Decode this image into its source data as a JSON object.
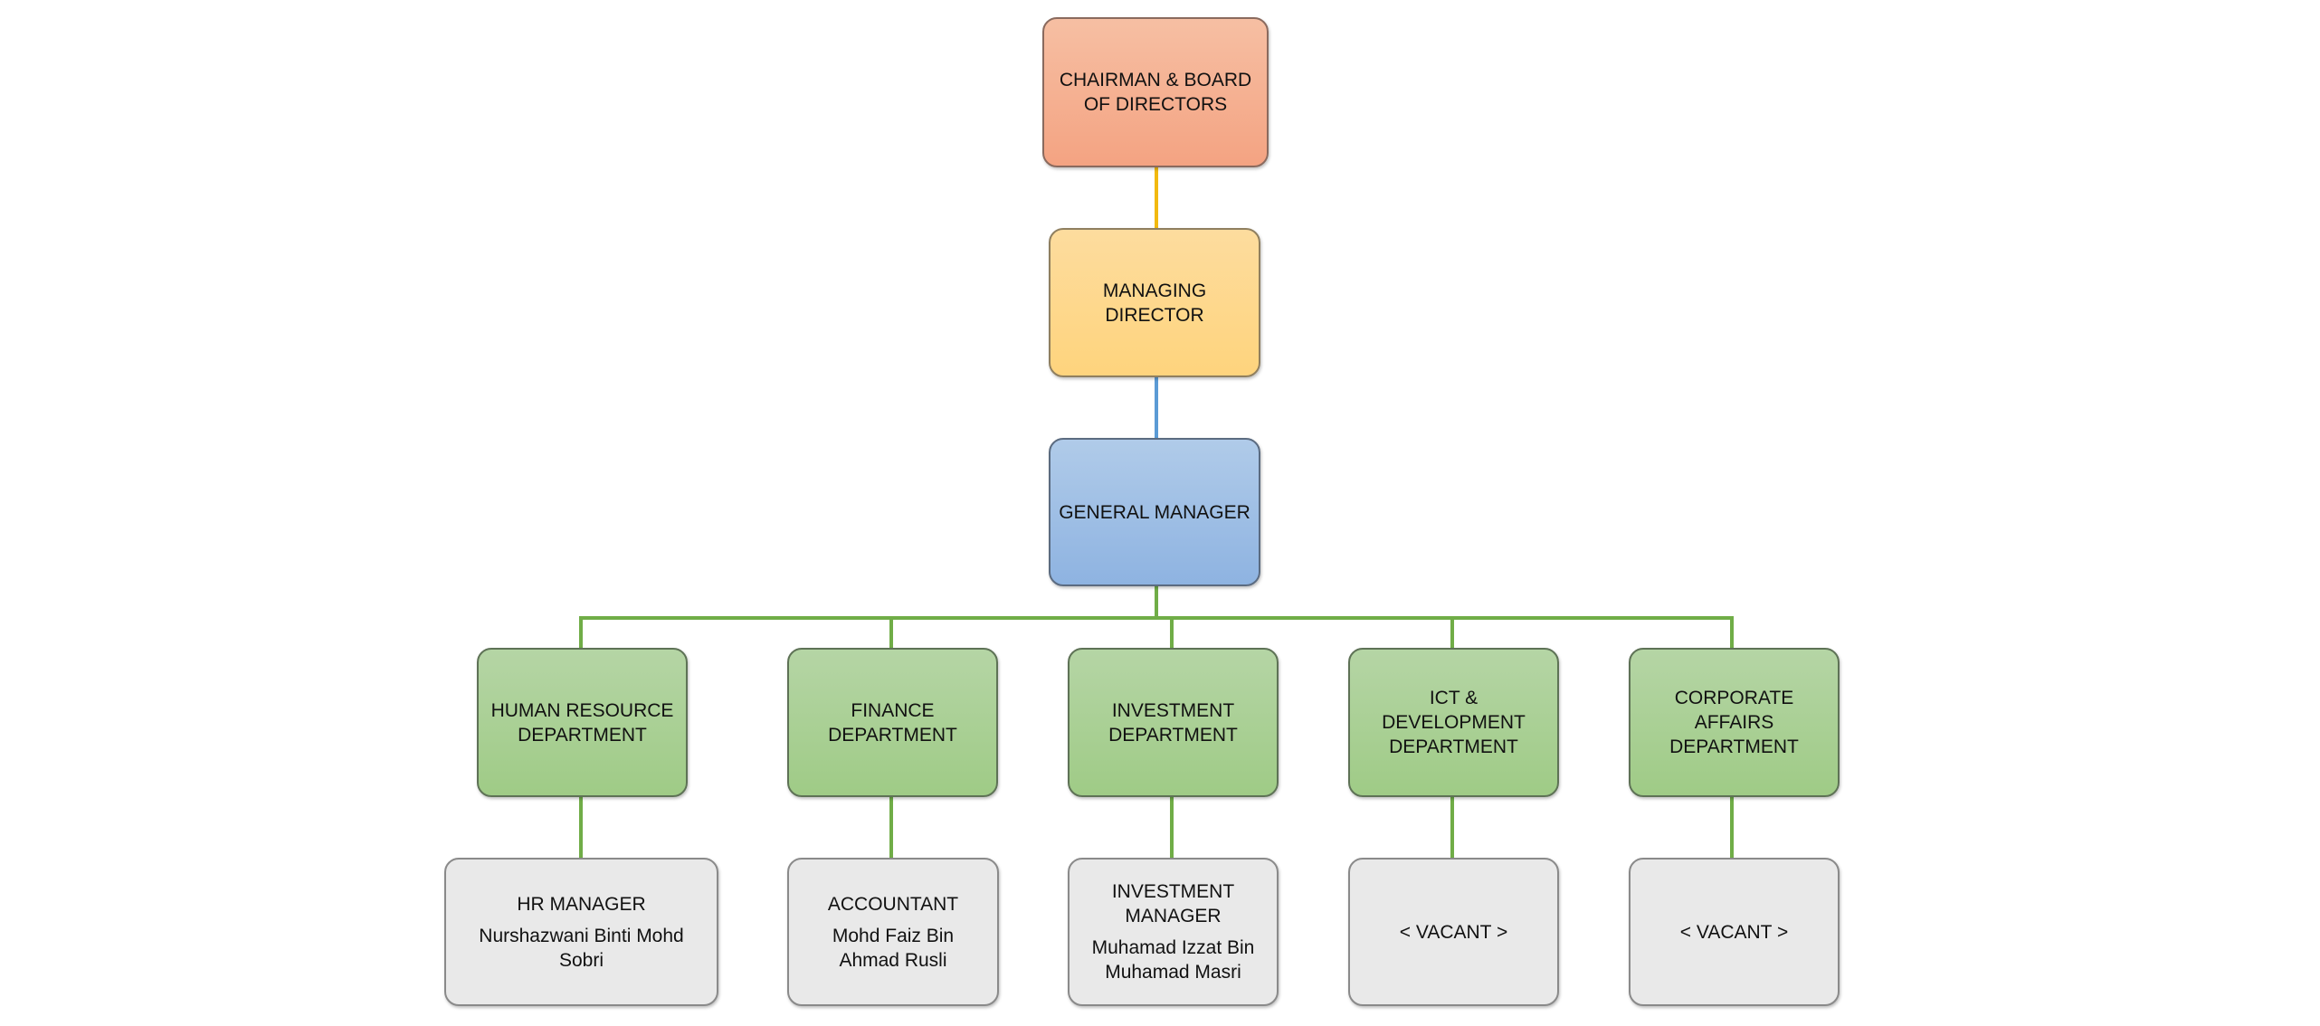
{
  "chart": {
    "title": "Organization Chart",
    "colors": {
      "chairman": "#f4a382",
      "managing_director": "#fed47d",
      "general_manager": "#8eb3e1",
      "department": "#9fcb86",
      "role": "#e9e9e9",
      "connector_chairman_md": "#f2b90f",
      "connector_md_gm": "#5b9bd5",
      "connector_departments": "#70ad47"
    },
    "chairman": {
      "title": "CHAIRMAN & BOARD\nOF DIRECTORS"
    },
    "managing_director": {
      "title": "MANAGING\nDIRECTOR"
    },
    "general_manager": {
      "title": "GENERAL MANAGER"
    },
    "departments": [
      {
        "title": "HUMAN RESOURCE\nDEPARTMENT",
        "role": {
          "title": "HR MANAGER",
          "person": "Nurshazwani Binti Mohd\nSobri"
        }
      },
      {
        "title": "FINANCE\nDEPARTMENT",
        "role": {
          "title": "ACCOUNTANT",
          "person": "Mohd Faiz Bin\nAhmad Rusli"
        }
      },
      {
        "title": "INVESTMENT\nDEPARTMENT",
        "role": {
          "title": "INVESTMENT\nMANAGER",
          "person": "Muhamad Izzat Bin\nMuhamad Masri"
        }
      },
      {
        "title": "ICT &\nDEVELOPMENT\nDEPARTMENT",
        "role": {
          "title": "< VACANT >",
          "person": ""
        }
      },
      {
        "title": "CORPORATE\nAFFAIRS\nDEPARTMENT",
        "role": {
          "title": "< VACANT >",
          "person": ""
        }
      }
    ]
  }
}
